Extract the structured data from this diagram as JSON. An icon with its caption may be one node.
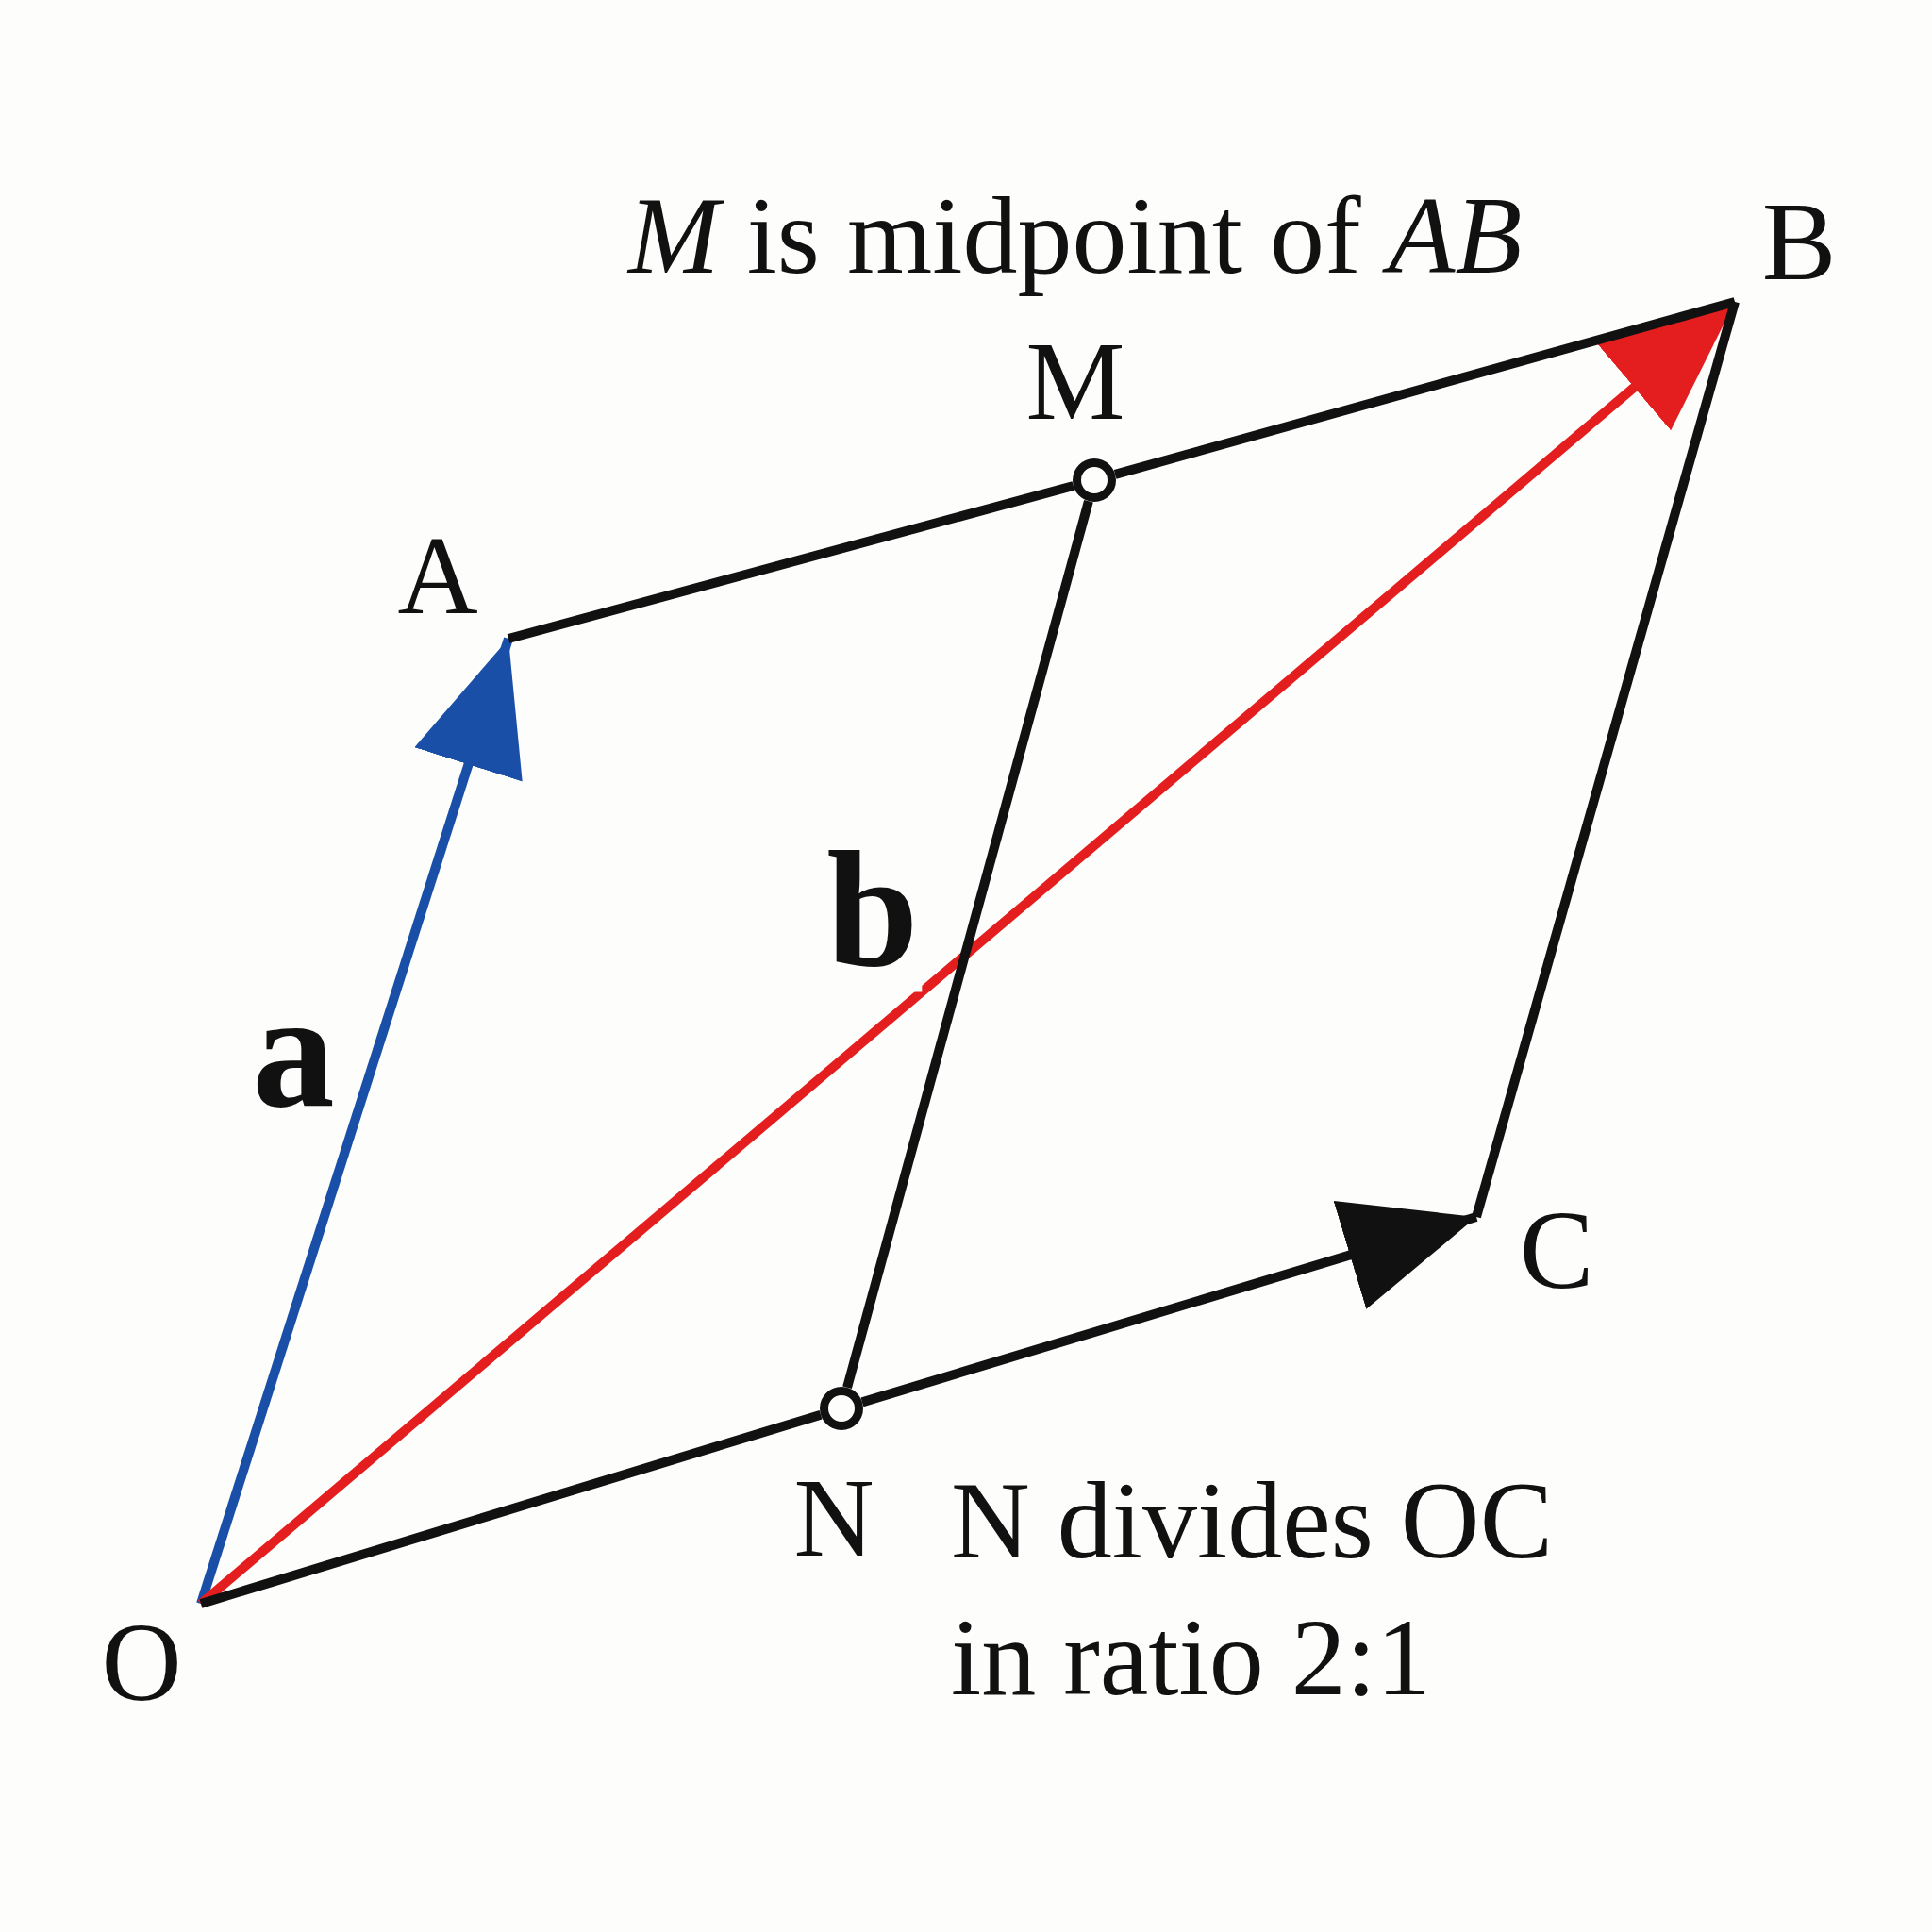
{
  "diagram": {
    "nodes": [
      {
        "text": [
          "O"
        ]
      },
      {
        "text": [
          "A"
        ]
      },
      {
        "text": [
          "B"
        ]
      },
      {
        "text": [
          "C"
        ]
      },
      {
        "text": [],
        "shape": "circle",
        "beside": [
          "M"
        ]
      },
      {
        "text": [],
        "shape": "circle",
        "beside": [
          "N"
        ]
      }
    ],
    "edges": [
      {
        "from": 0,
        "to": 1,
        "arrow": "to",
        "label": "a",
        "color": "#1a4fa8"
      },
      {
        "from": 0,
        "to": 2,
        "arrow": "to",
        "label": "b",
        "color": "#e41e1e"
      },
      {
        "from": 1,
        "to": 4,
        "arrow": "none"
      },
      {
        "from": 4,
        "to": 2,
        "arrow": "none"
      },
      {
        "from": 2,
        "to": 3,
        "arrow": "none"
      },
      {
        "from": 0,
        "to": 5,
        "arrow": "none"
      },
      {
        "from": 5,
        "to": 3,
        "arrow": "to"
      },
      {
        "from": 4,
        "to": 5,
        "arrow": "none"
      }
    ],
    "labels": [
      "*M* is midpoint of *AB*",
      "N divides OC in ratio 2:1"
    ]
  }
}
